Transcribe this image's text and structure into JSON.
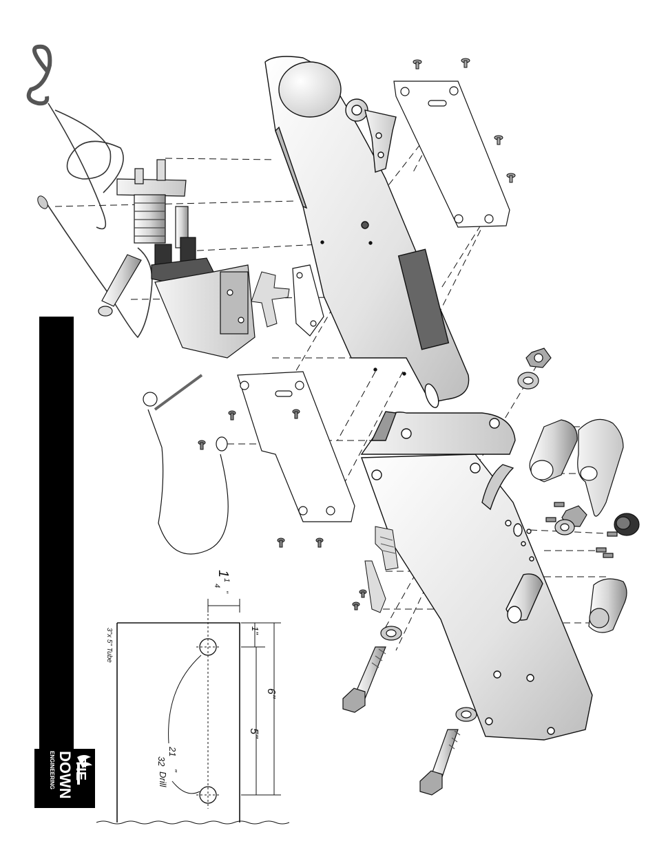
{
  "brand": {
    "line1": "TIE",
    "line2": "DOWN",
    "line3": "ENGINEERING"
  },
  "drill_template": {
    "tube_label": "3\"x 5\" Tube",
    "edge_offset": {
      "whole": "1",
      "num": "1",
      "den": "4",
      "unit": "\""
    },
    "first_hole": "1\"",
    "overall": "6\"",
    "spacing": "5\"",
    "drill_size": {
      "num": "21",
      "den": "32",
      "unit": "\"",
      "word": "Drill"
    }
  },
  "colors": {
    "ink": "#111111",
    "part_fill": "#ececec",
    "part_shade": "#c9c9c9",
    "black_band": "#000000"
  }
}
